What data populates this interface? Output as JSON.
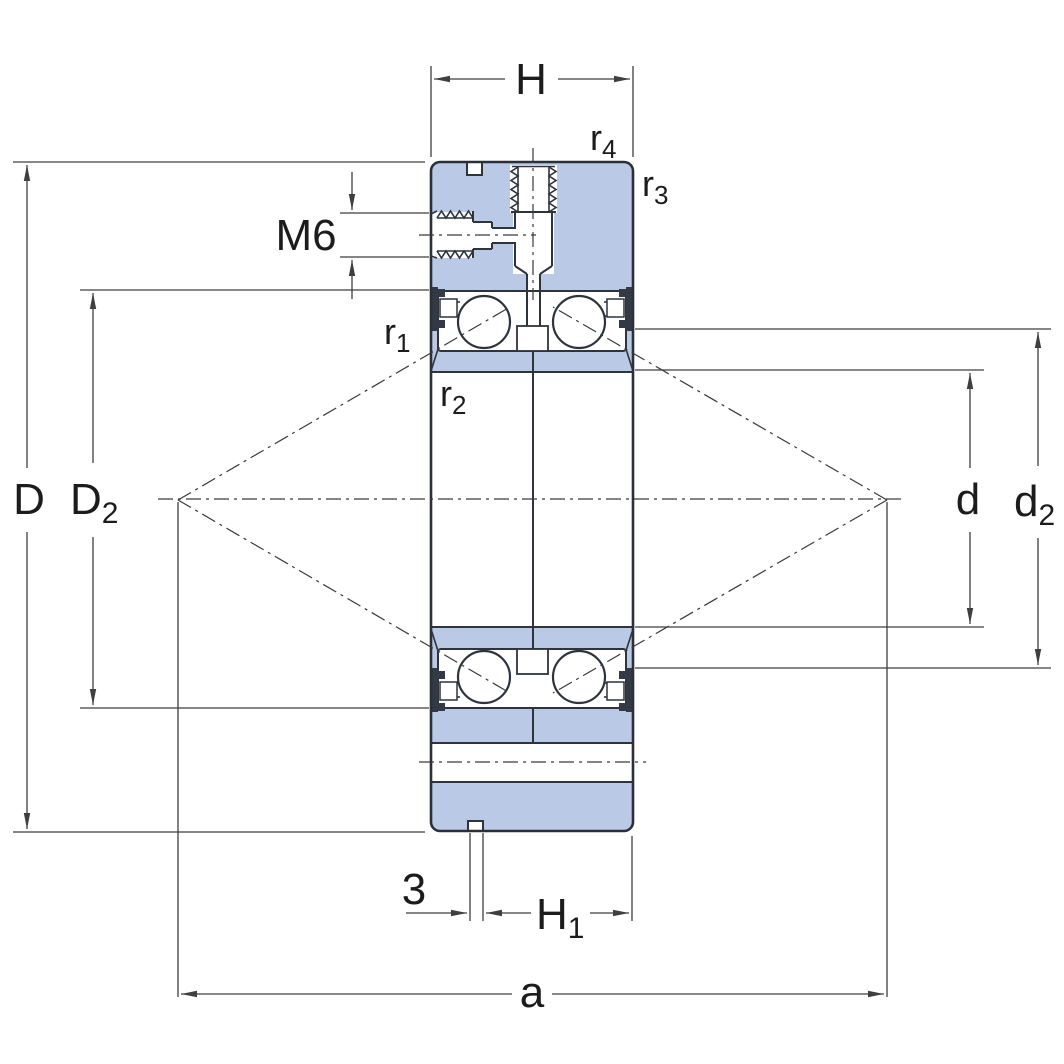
{
  "colors": {
    "body_fill": "#b9c9e6",
    "outline": "#2b3038",
    "dim_line": "#3f3f3f",
    "text": "#1c1c1c",
    "background": "#ffffff"
  },
  "labels": {
    "H": {
      "text": "H"
    },
    "r4": {
      "text": "r",
      "sub": "4"
    },
    "r3": {
      "text": "r",
      "sub": "3"
    },
    "M6": {
      "text": "M6"
    },
    "r1": {
      "text": "r",
      "sub": "1"
    },
    "r2": {
      "text": "r",
      "sub": "2"
    },
    "D": {
      "text": "D"
    },
    "D2": {
      "text": "D",
      "sub": "2"
    },
    "d": {
      "text": "d"
    },
    "d2": {
      "text": "d",
      "sub": "2"
    },
    "slot_width": {
      "text": "3"
    },
    "H1": {
      "text": "H",
      "sub": "1"
    },
    "a": {
      "text": "a"
    }
  }
}
